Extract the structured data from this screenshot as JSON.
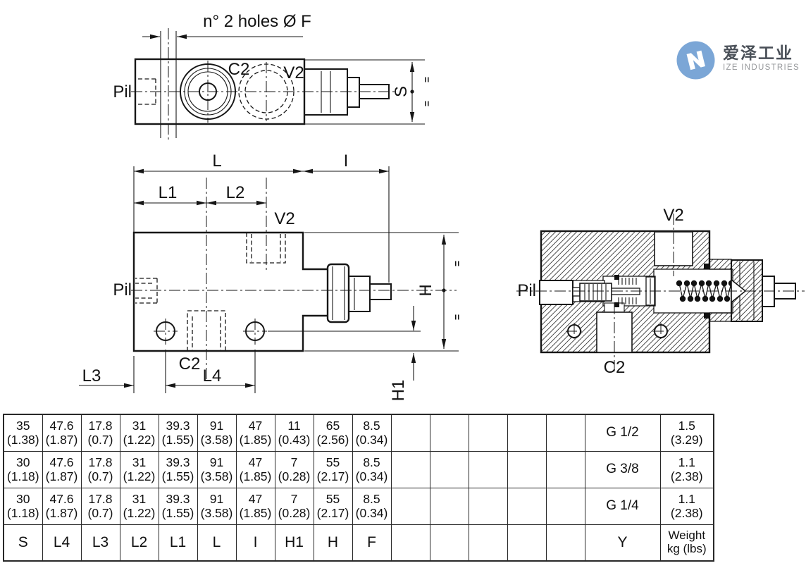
{
  "logo": {
    "name_cn": "爱泽工业",
    "name_en": "IZE INDUSTRIES",
    "mark_color": "#7ba6d6"
  },
  "drawing": {
    "top_view": {
      "holes_note": "n° 2 holes Ø F",
      "pil": "Pil",
      "c2": "C2",
      "v2": "V2",
      "s": "S",
      "eq": "="
    },
    "front_view": {
      "l": "L",
      "i": "I",
      "l1": "L1",
      "l2": "L2",
      "l3": "L3",
      "l4": "L4",
      "c2": "C2",
      "v2": "V2",
      "pil": "Pil",
      "h": "H",
      "h1": "H1",
      "eq": "="
    },
    "section_view": {
      "pil": "Pil",
      "v2": "V2",
      "c2": "C2"
    }
  },
  "table": {
    "empty_columns": 5,
    "rows": [
      {
        "cells": [
          {
            "mm": "35",
            "in": "(1.38)"
          },
          {
            "mm": "47.6",
            "in": "(1.87)"
          },
          {
            "mm": "17.8",
            "in": "(0.7)"
          },
          {
            "mm": "31",
            "in": "(1.22)"
          },
          {
            "mm": "39.3",
            "in": "(1.55)"
          },
          {
            "mm": "91",
            "in": "(3.58)"
          },
          {
            "mm": "47",
            "in": "(1.85)"
          },
          {
            "mm": "11",
            "in": "(0.43)"
          },
          {
            "mm": "65",
            "in": "(2.56)"
          },
          {
            "mm": "8.5",
            "in": "(0.34)"
          }
        ],
        "y": "G 1/2",
        "weight": {
          "mm": "1.5",
          "in": "(3.29)"
        }
      },
      {
        "cells": [
          {
            "mm": "30",
            "in": "(1.18)"
          },
          {
            "mm": "47.6",
            "in": "(1.87)"
          },
          {
            "mm": "17.8",
            "in": "(0.7)"
          },
          {
            "mm": "31",
            "in": "(1.22)"
          },
          {
            "mm": "39.3",
            "in": "(1.55)"
          },
          {
            "mm": "91",
            "in": "(3.58)"
          },
          {
            "mm": "47",
            "in": "(1.85)"
          },
          {
            "mm": "7",
            "in": "(0.28)"
          },
          {
            "mm": "55",
            "in": "(2.17)"
          },
          {
            "mm": "8.5",
            "in": "(0.34)"
          }
        ],
        "y": "G 3/8",
        "weight": {
          "mm": "1.1",
          "in": "(2.38)"
        }
      },
      {
        "cells": [
          {
            "mm": "30",
            "in": "(1.18)"
          },
          {
            "mm": "47.6",
            "in": "(1.87)"
          },
          {
            "mm": "17.8",
            "in": "(0.7)"
          },
          {
            "mm": "31",
            "in": "(1.22)"
          },
          {
            "mm": "39.3",
            "in": "(1.55)"
          },
          {
            "mm": "91",
            "in": "(3.58)"
          },
          {
            "mm": "47",
            "in": "(1.85)"
          },
          {
            "mm": "7",
            "in": "(0.28)"
          },
          {
            "mm": "55",
            "in": "(2.17)"
          },
          {
            "mm": "8.5",
            "in": "(0.34)"
          }
        ],
        "y": "G 1/4",
        "weight": {
          "mm": "1.1",
          "in": "(2.38)"
        }
      }
    ],
    "footer": {
      "labels": [
        "S",
        "L4",
        "L3",
        "L2",
        "L1",
        "L",
        "I",
        "H1",
        "H",
        "F"
      ],
      "y": "Y",
      "weight_line1": "Weight",
      "weight_line2": "kg (lbs)"
    }
  }
}
